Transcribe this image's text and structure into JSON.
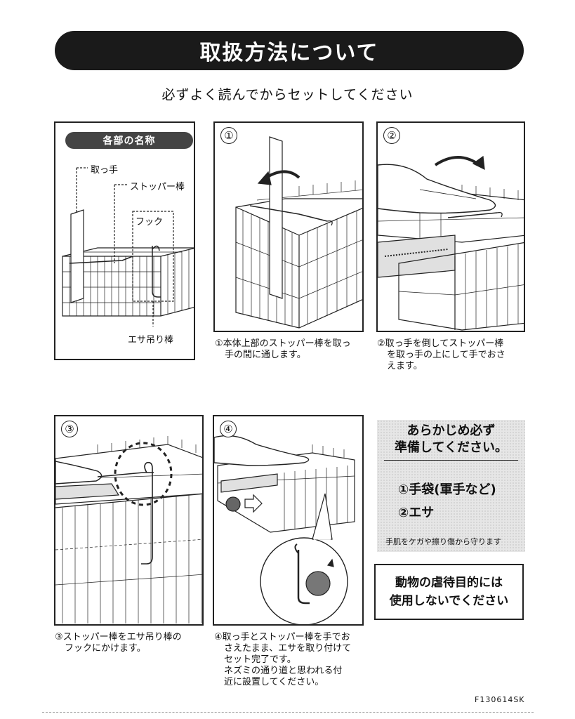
{
  "title": "取扱方法について",
  "subtitle": "必ずよく読んでからセットしてください",
  "parts": {
    "heading": "各部の名称",
    "handle": "取っ手",
    "stopper_rod": "ストッパー棒",
    "hook": "フック",
    "bait_rod": "エサ吊り棒"
  },
  "steps": [
    {
      "number": "①",
      "caption_lines": [
        "①本体上部のストッパー棒を取っ",
        "手の間に通します。"
      ]
    },
    {
      "number": "②",
      "caption_lines": [
        "②取っ手を倒してストッパー棒",
        "を取っ手の上にして手でおさ",
        "えます。"
      ]
    },
    {
      "number": "③",
      "caption_lines": [
        "③ストッパー棒をエサ吊り棒の",
        "フックにかけます。"
      ]
    },
    {
      "number": "④",
      "caption_lines": [
        "④取っ手とストッパー棒を手でお",
        "さえたまま、エサを取り付けて",
        "セット完了です。",
        "ネズミの通り道と思われる付",
        "近に設置してください。"
      ]
    }
  ],
  "prepare": {
    "title_line1": "あらかじめ必ず",
    "title_line2": "準備してください。",
    "item1": "①手袋(軍手など)",
    "item2": "②エサ",
    "note": "手肌をケガや擦り傷から守ります"
  },
  "warning": {
    "line1": "動物の虐待目的には",
    "line2": "使用しないでください"
  },
  "code": "F130614SK"
}
